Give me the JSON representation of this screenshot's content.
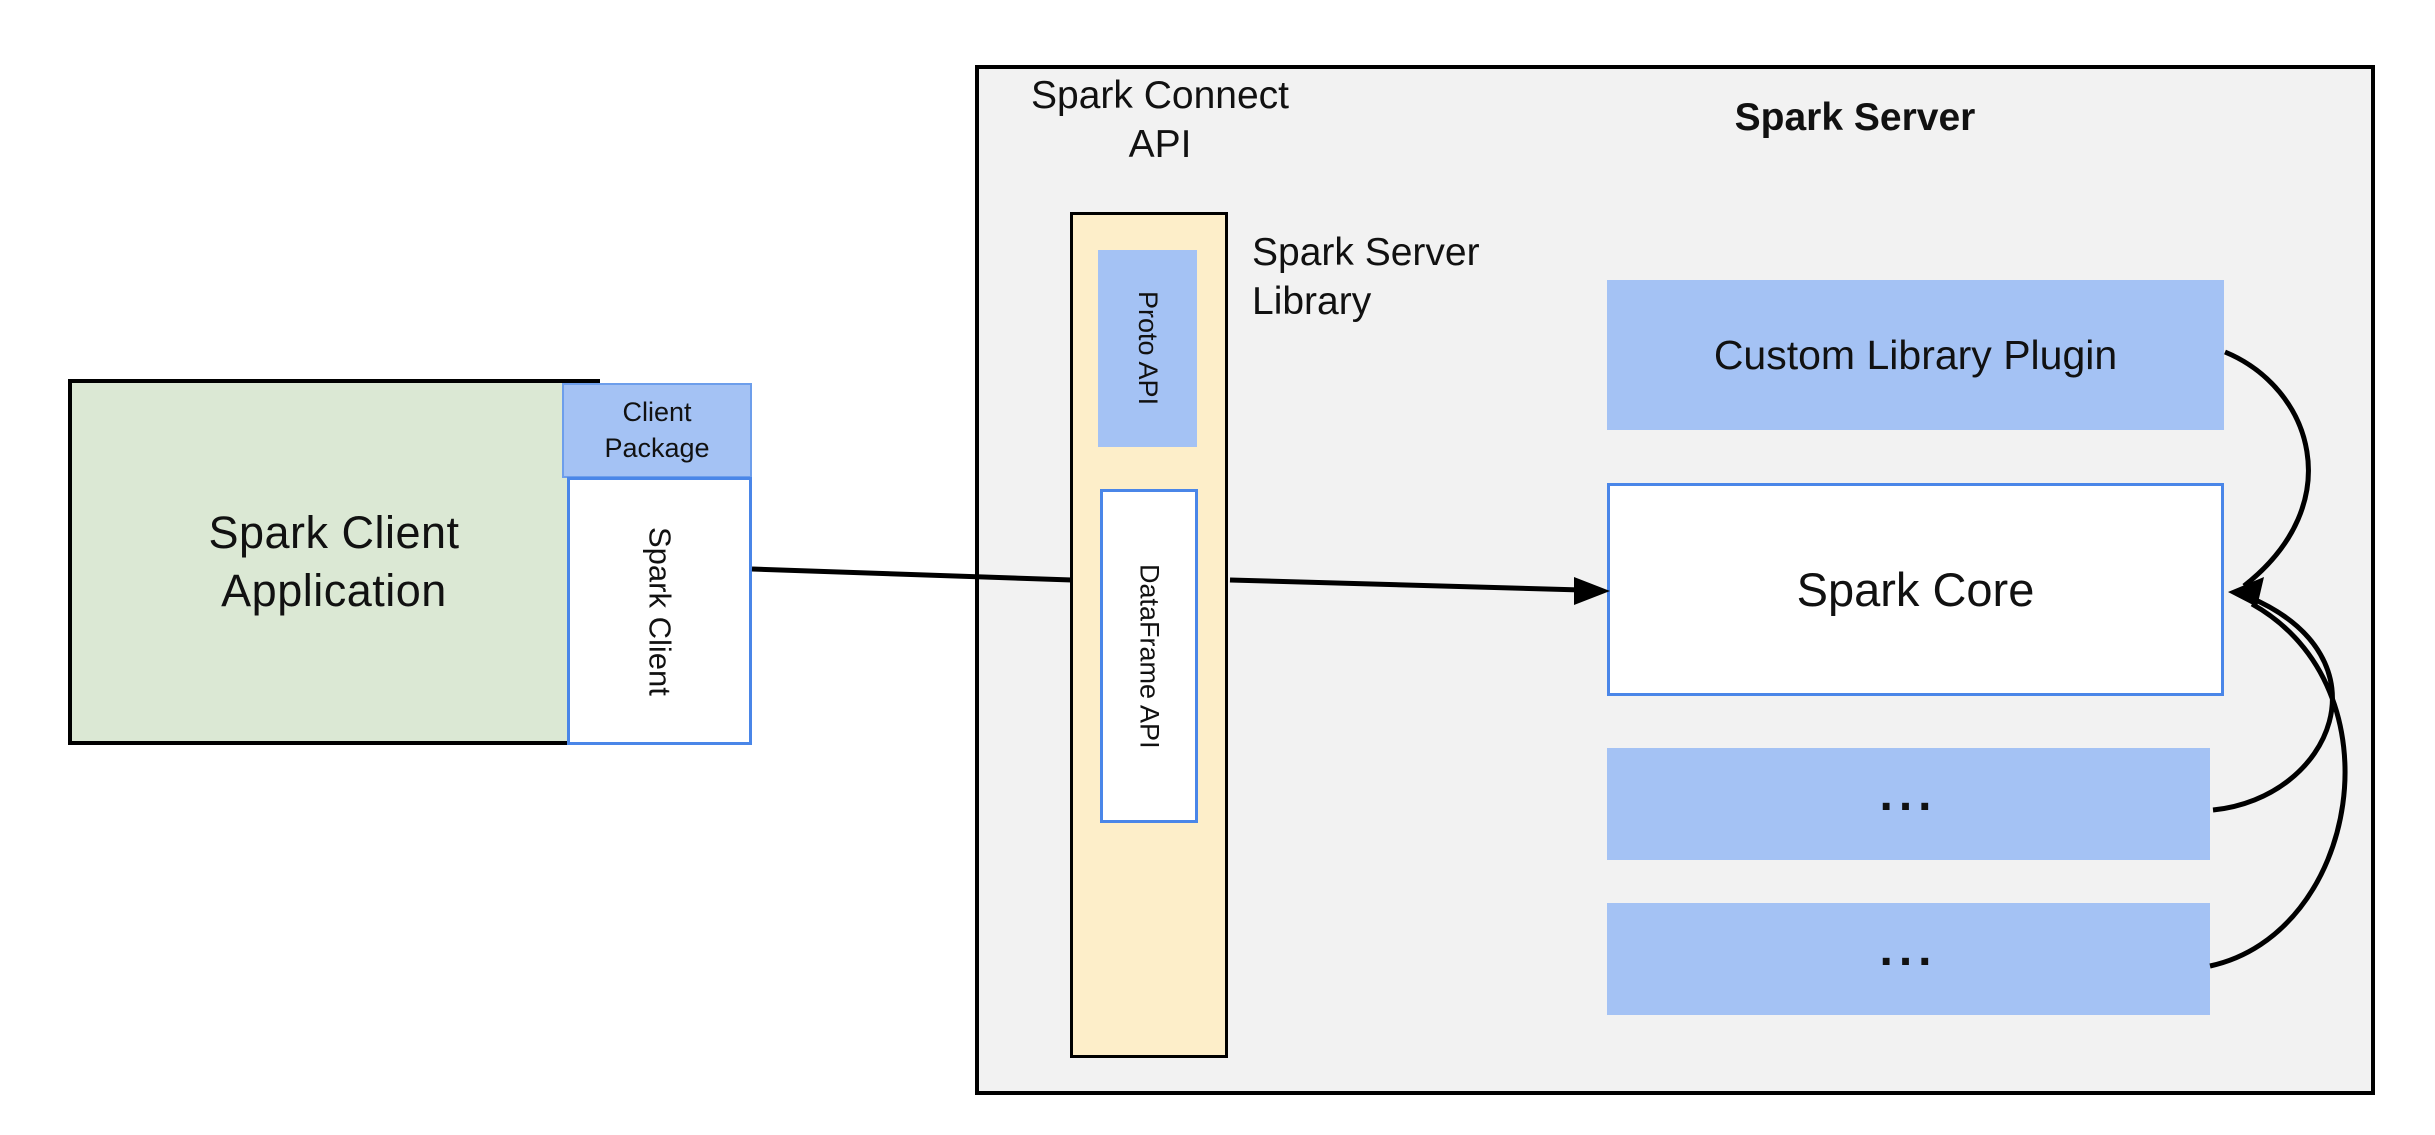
{
  "colors": {
    "canvas-bg": "#ffffff",
    "container-bg": "#f2f2f2",
    "container-border": "#000000",
    "green-fill": "#dbe8d4",
    "blue-fill": "#a4c2f4",
    "blue-border": "#4a86e8",
    "client-package-border": "#6d9eeb",
    "yellow-fill": "#fdeec9",
    "line-color": "#000000",
    "text-color": "#111111"
  },
  "client": {
    "app_label_line1": "Spark Client",
    "app_label_line2": "Application",
    "package_label_line1": "Client",
    "package_label_line2": "Package",
    "spark_client_label": "Spark Client"
  },
  "connect_api": {
    "title_line1": "Spark Connect",
    "title_line2": "API",
    "proto_api_label": "Proto API",
    "dataframe_api_label": "DataFrame API",
    "library_label_line1": "Spark Server",
    "library_label_line2": "Library"
  },
  "server": {
    "title": "Spark Server",
    "plugin_label": "Custom Library Plugin",
    "core_label": "Spark Core",
    "ellipsis1_label": "...",
    "ellipsis2_label": "..."
  }
}
